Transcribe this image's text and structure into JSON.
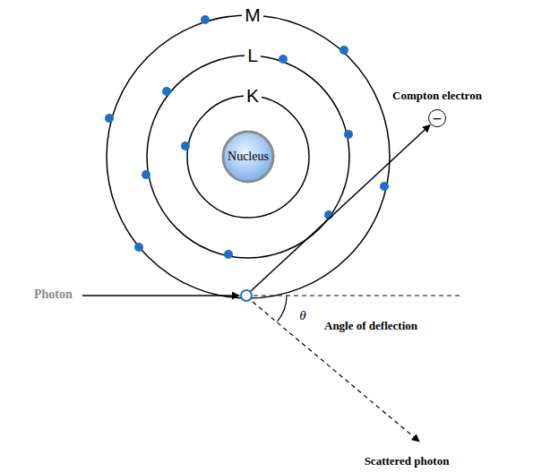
{
  "diagram": {
    "nodes": [
      {
        "text": [
          "Nucleus"
        ]
      },
      {
        "text": [
          "Compton electron",
          "−"
        ]
      }
    ],
    "labels": [
      "M",
      "L",
      "K",
      "Photon",
      "θ",
      "Angle of deflection",
      "Scattered photon"
    ]
  }
}
